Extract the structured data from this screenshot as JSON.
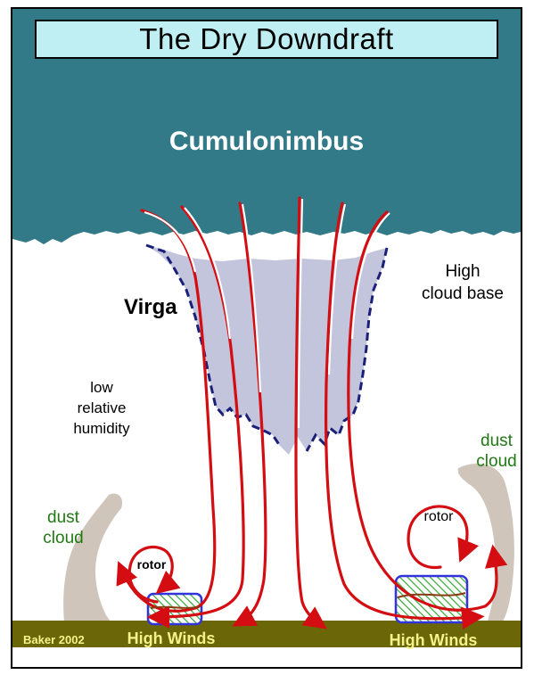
{
  "title": "The Dry Downdraft",
  "labels": {
    "cloud": "Cumulonimbus",
    "virga": "Virga",
    "cloud_base_1": "High",
    "cloud_base_2": "cloud base",
    "humidity_1": "low",
    "humidity_2": "relative",
    "humidity_3": "humidity",
    "dust_left_1": "dust",
    "dust_left_2": "cloud",
    "dust_right_1": "dust",
    "dust_right_2": "cloud",
    "rotor_left": "rotor",
    "rotor_right": "rotor",
    "winds_left": "High Winds",
    "winds_right": "High Winds",
    "credit": "Baker 2002"
  },
  "colors": {
    "cloud": "#327a87",
    "virga": "#c3c5dc",
    "virga_edge": "#1a1f78",
    "arrow": "#d40d12",
    "ground": "#6b6708",
    "ground_text": "#f5f28a",
    "dust": "#cfc5ba",
    "dust_text": "#1f7a12",
    "wind_zone_fill": "#b6f08a",
    "wind_zone_edge": "#3333dd"
  }
}
